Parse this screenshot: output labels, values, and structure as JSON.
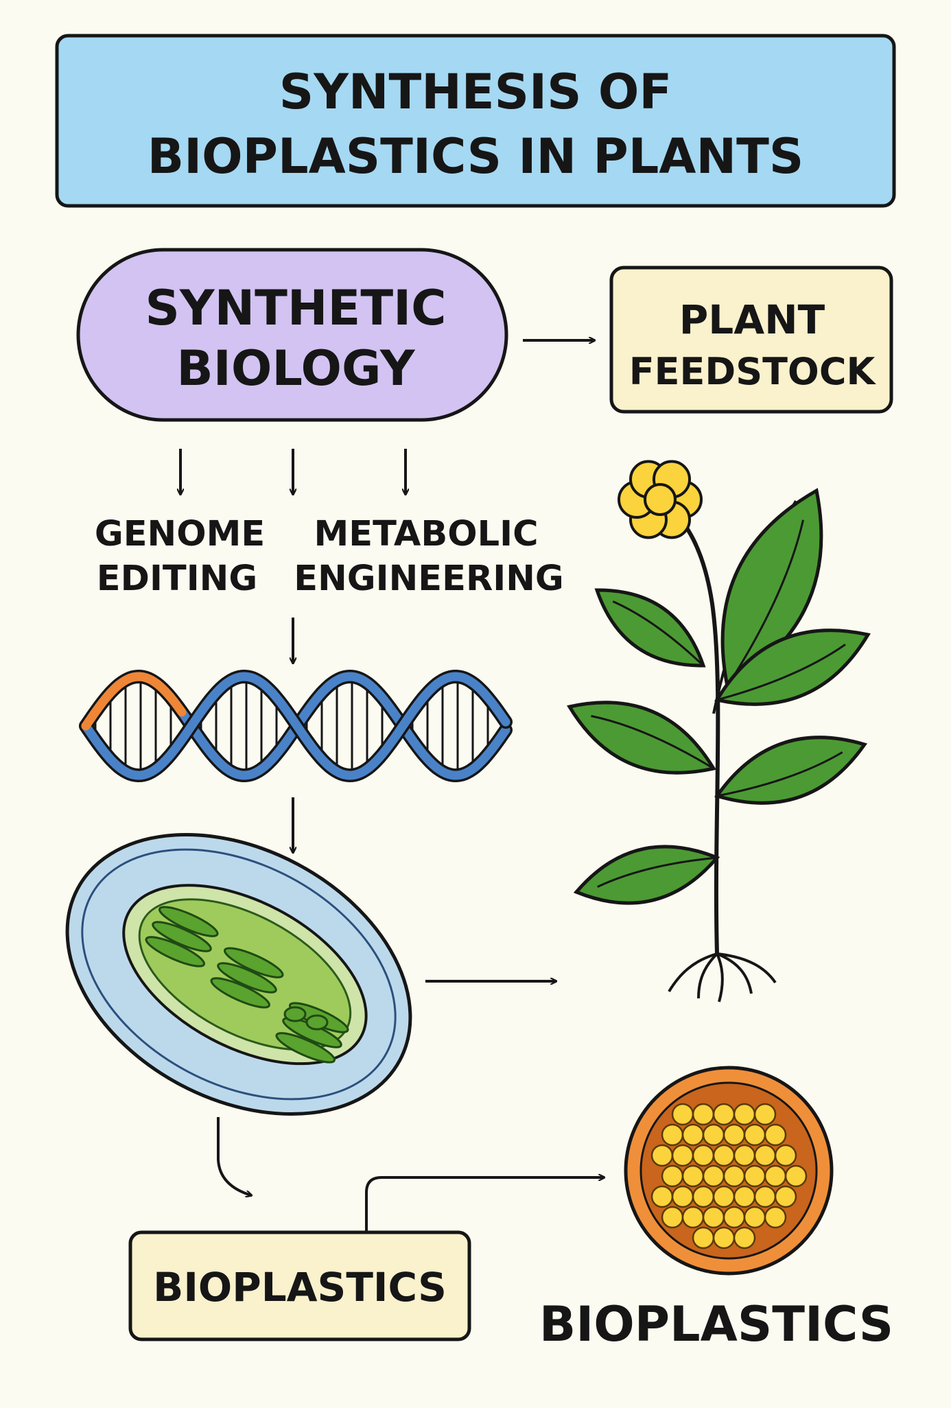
{
  "title": {
    "line1": "SYNTHESIS OF",
    "line2": "BIOPLASTICS IN PLANTS"
  },
  "synthetic_biology": {
    "line1": "SYNTHETIC",
    "line2": "BIOLOGY"
  },
  "plant_feedstock": {
    "line1": "PLANT",
    "line2": "FEEDSTOCK"
  },
  "genome_editing": {
    "line1": "GENOME",
    "line2": "EDITING"
  },
  "metabolic_engineering": {
    "line1": "METABOLIC",
    "line2": "ENGINEERING"
  },
  "bioplastics_box": "BIOPLASTICS",
  "bioplastics_caption": "BIOPLASTICS",
  "colors": {
    "background": "#fcfbf1",
    "title_fill": "#a5d8f2",
    "synthetic_biology_fill": "#d2c3f2",
    "feedstock_fill": "#faf1cd",
    "dna_blue": "#4a82c8",
    "dna_orange": "#ef8636",
    "leaf_green": "#4c9a34",
    "flower_yellow": "#fbd33c",
    "granule_rim": "#ef8f3a",
    "outline": "#161616"
  },
  "icons": [
    "dna-helix-icon",
    "chloroplast-cell-icon",
    "flowering-plant-icon",
    "bioplastic-granule-icon"
  ]
}
